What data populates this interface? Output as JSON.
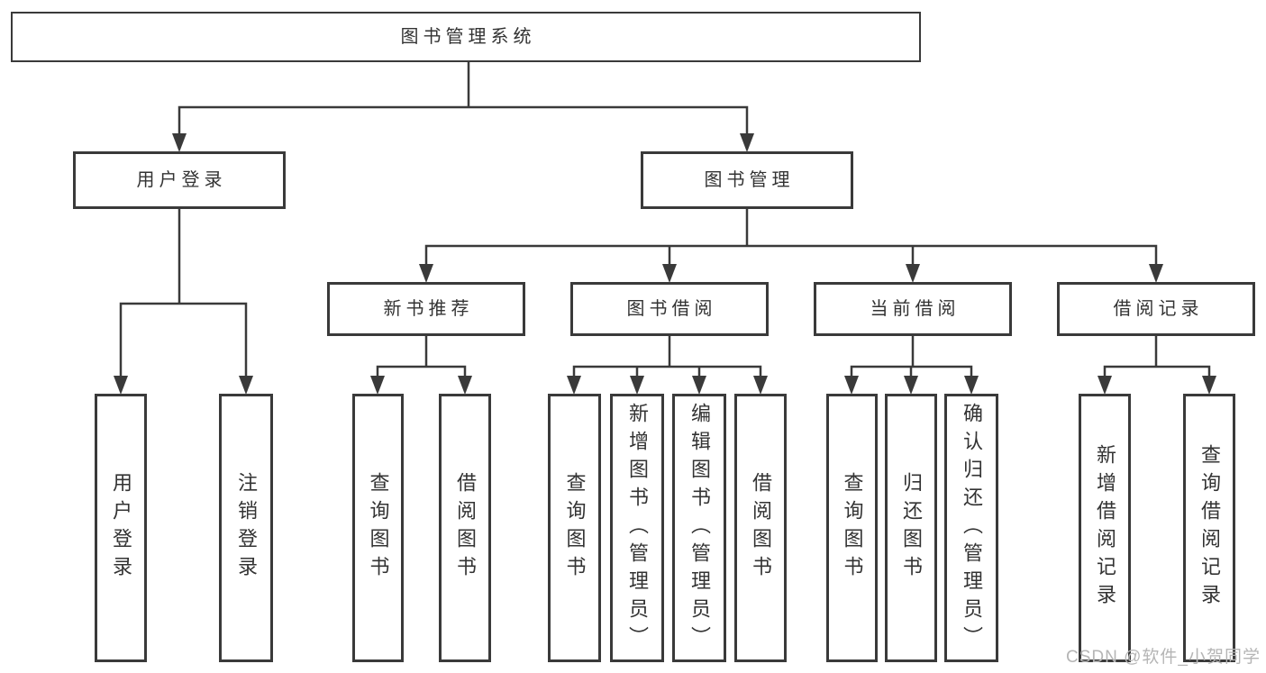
{
  "tree": {
    "label": "图书管理系统",
    "children": [
      {
        "label": "用户登录",
        "children": [
          {
            "label": "用户登录"
          },
          {
            "label": "注销登录"
          }
        ]
      },
      {
        "label": "图书管理",
        "children": [
          {
            "label": "新书推荐",
            "children": [
              {
                "label": "查询图书"
              },
              {
                "label": "借阅图书"
              }
            ]
          },
          {
            "label": "图书借阅",
            "children": [
              {
                "label": "查询图书"
              },
              {
                "label": "新增图书（管理员）"
              },
              {
                "label": "编辑图书（管理员）"
              },
              {
                "label": "借阅图书"
              }
            ]
          },
          {
            "label": "当前借阅",
            "children": [
              {
                "label": "查询图书"
              },
              {
                "label": "归还图书"
              },
              {
                "label": "确认归还（管理员）"
              }
            ]
          },
          {
            "label": "借阅记录",
            "children": [
              {
                "label": "新增借阅记录"
              },
              {
                "label": "查询借阅记录"
              }
            ]
          }
        ]
      }
    ]
  },
  "watermark": {
    "text": "CSDN @软件_小贺同学"
  },
  "colors": {
    "line": "#3a3a3a",
    "text": "#333333",
    "box_background": "#ffffff",
    "watermark": "#b5b5b5"
  }
}
